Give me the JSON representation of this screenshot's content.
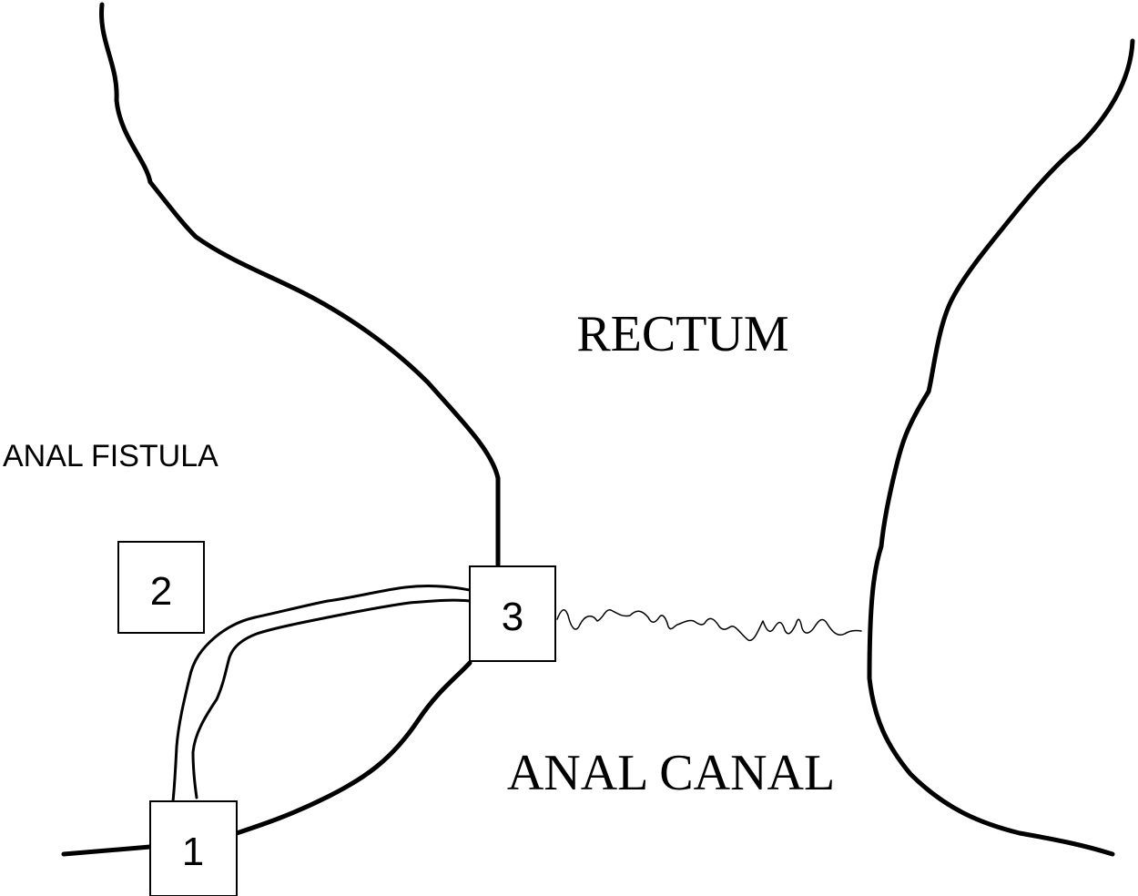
{
  "labels": {
    "rectum": "RECTUM",
    "anal_canal": "ANAL CANAL",
    "anal_fistula": "ANAL FISTULA"
  },
  "markers": [
    {
      "id": "1",
      "text": "1"
    },
    {
      "id": "2",
      "text": "2"
    },
    {
      "id": "3",
      "text": "3"
    }
  ],
  "colors": {
    "line": "#000000",
    "background": "#ffffff"
  }
}
